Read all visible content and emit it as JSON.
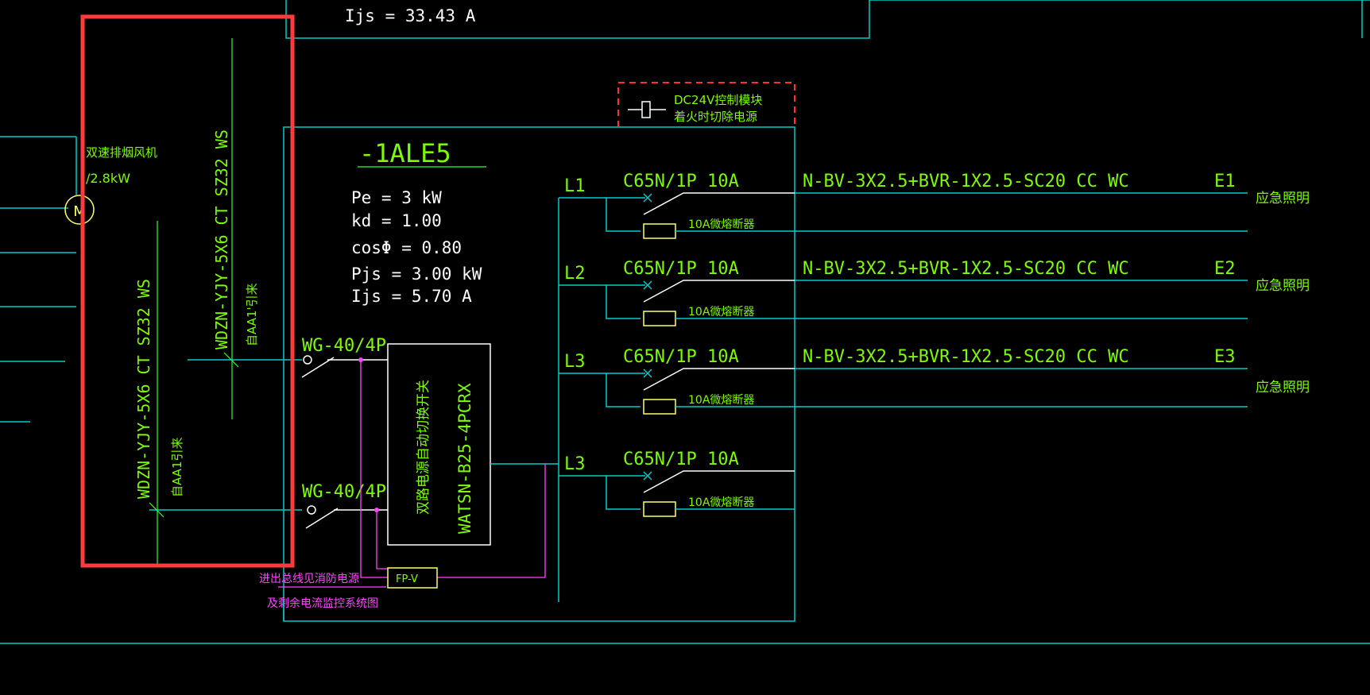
{
  "top_panel": {
    "ijs": "Ijs = 33.43 A"
  },
  "control_module": {
    "line1": "DC24V控制模块",
    "line2": "着火时切除电源"
  },
  "panel": {
    "name": "-1ALE5",
    "pe": "Pe = 3 kW",
    "kd": "kd = 1.00",
    "cos": "cosΦ = 0.80",
    "pjs": "Pjs = 3.00 kW",
    "ijs": "Ijs = 5.70 A"
  },
  "fan": {
    "name": "双速排烟风机",
    "power": "/2.8kW",
    "motor_symbol": "M"
  },
  "cables": {
    "cable_a": "WDZN-YJY-5X6 CT SZ32 WS",
    "cable_a_source": "自AA1'引来",
    "cable_b": "WDZN-YJY-5X6 CT SZ32 WS",
    "cable_b_source": "自AA1引来"
  },
  "incoming_switches": {
    "top": "WG-40/4P",
    "bottom": "WG-40/4P"
  },
  "ats": {
    "line1": "双路电源自动切换开关",
    "line2": "WATSN-B25-4PCRX"
  },
  "fpv": {
    "label": "FP-V",
    "note1": "进出总线见消防电源",
    "note2": "及剩余电流监控系统图"
  },
  "circuits": [
    {
      "phase": "L1",
      "breaker": "C65N/1P 10A",
      "fuse": "10A微熔断器",
      "cable": "N-BV-3X2.5+BVR-1X2.5-SC20 CC WC",
      "id": "E1",
      "load": "应急照明"
    },
    {
      "phase": "L2",
      "breaker": "C65N/1P 10A",
      "fuse": "10A微熔断器",
      "cable": "N-BV-3X2.5+BVR-1X2.5-SC20 CC WC",
      "id": "E2",
      "load": "应急照明"
    },
    {
      "phase": "L3",
      "breaker": "C65N/1P 10A",
      "fuse": "10A微熔断器",
      "cable": "N-BV-3X2.5+BVR-1X2.5-SC20 CC WC",
      "id": "E3",
      "load": "应急照明"
    },
    {
      "phase": "L3",
      "breaker": "C65N/1P 10A",
      "fuse": "10A微熔断器",
      "cable": "",
      "id": "",
      "load": ""
    }
  ],
  "colors": {
    "background": "#000000",
    "wire": "#00CCCC",
    "text": "#7CFC00",
    "highlight": "#FF3B3B",
    "fpv_wire": "#FF44FF"
  }
}
